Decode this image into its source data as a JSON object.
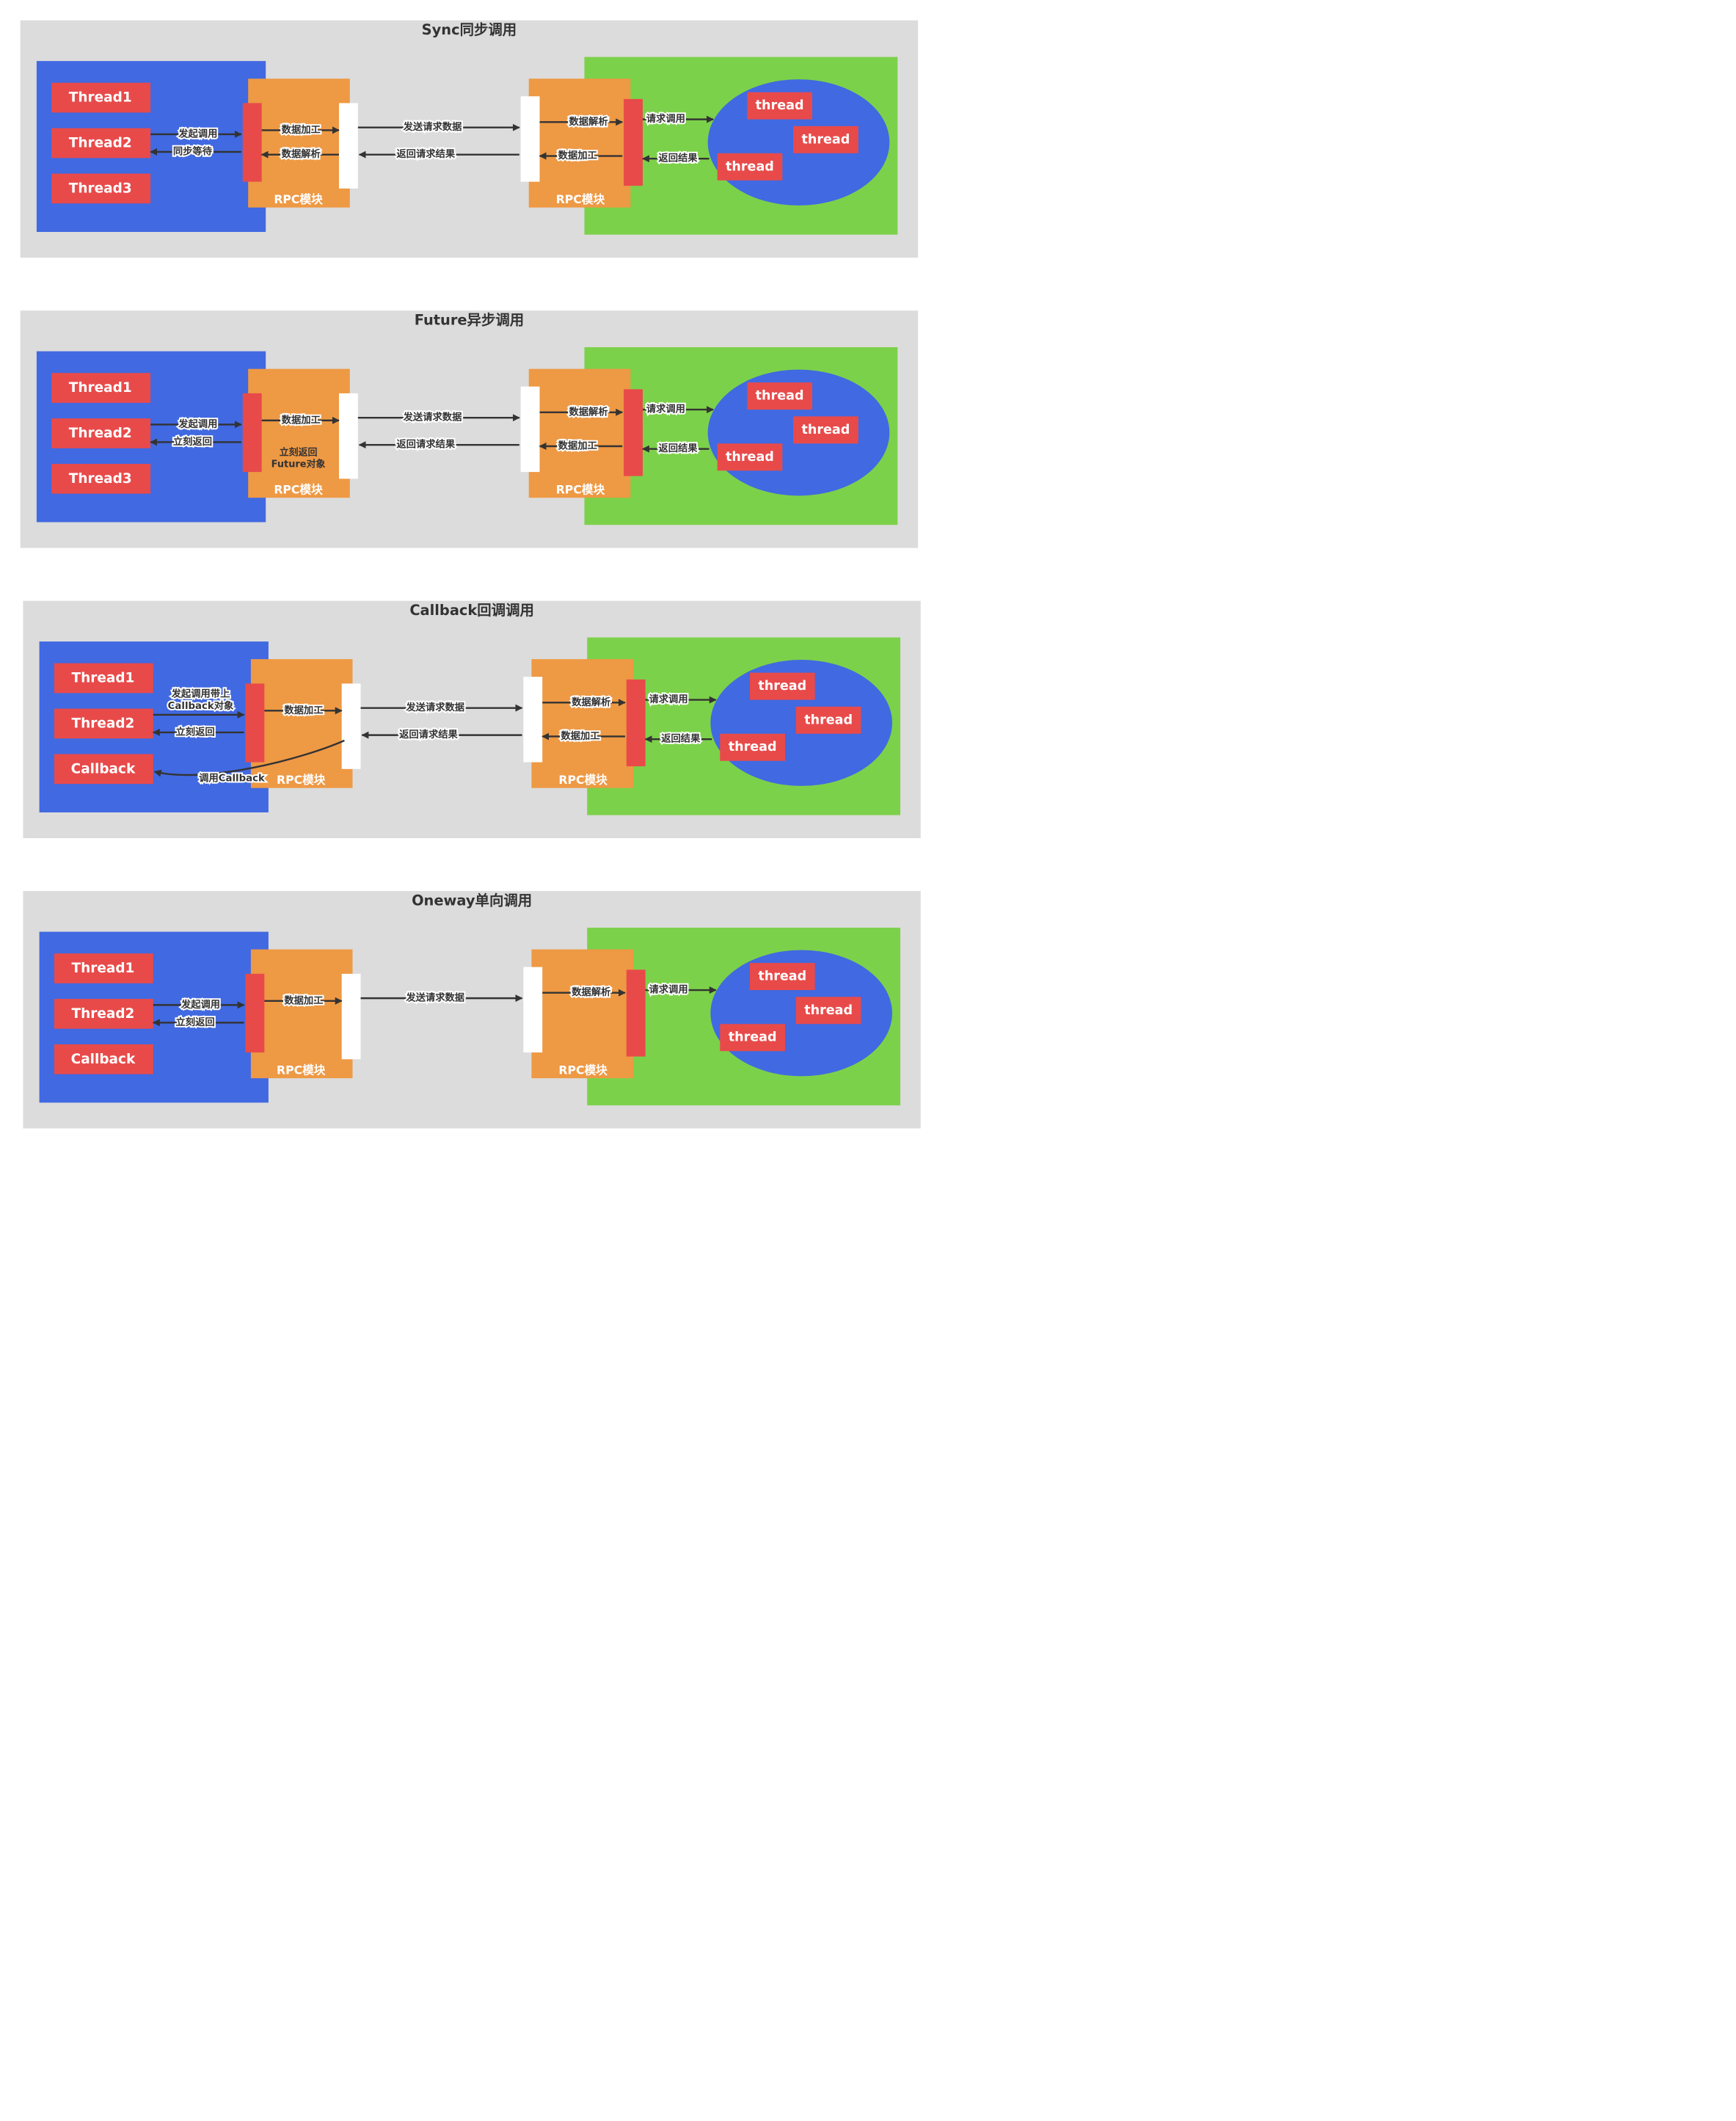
{
  "colors": {
    "panel": "#DCDCDC",
    "client": "#4169E1",
    "server": "#7CD14A",
    "pool": "#4169E1",
    "thread": "#E84A4A",
    "rpc": "#EE9944",
    "bar": "#E84A4A",
    "io": "#FFFFFF",
    "arrow": "#333333",
    "title": "#333333"
  },
  "diagrams": [
    {
      "title": "Sync同步调用",
      "client_items": [
        "Thread1",
        "Thread2",
        "Thread3"
      ],
      "rpc_label": "RPC模块",
      "server_rpc_label": "RPC模块",
      "rpc_note": "",
      "pool_threads": [
        "thread",
        "thread",
        "thread"
      ],
      "labels": {
        "invoke": "发起调用",
        "return": "同步等待",
        "encode": "数据加工",
        "decode": "数据解析",
        "send": "发送请求数据",
        "recv": "返回请求结果",
        "s_decode": "数据解析",
        "s_encode": "数据加工",
        "s_req": "请求调用",
        "s_res": "返回结果",
        "callback": ""
      }
    },
    {
      "title": "Future异步调用",
      "client_items": [
        "Thread1",
        "Thread2",
        "Thread3"
      ],
      "rpc_label": "RPC模块",
      "server_rpc_label": "RPC模块",
      "rpc_note": "立刻返回\nFuture对象",
      "pool_threads": [
        "thread",
        "thread",
        "thread"
      ],
      "labels": {
        "invoke": "发起调用",
        "return": "立刻返回",
        "encode": "数据加工",
        "decode": "",
        "send": "发送请求数据",
        "recv": "返回请求结果",
        "s_decode": "数据解析",
        "s_encode": "数据加工",
        "s_req": "请求调用",
        "s_res": "返回结果",
        "callback": ""
      }
    },
    {
      "title": "Callback回调调用",
      "client_items": [
        "Thread1",
        "Thread2",
        "Callback"
      ],
      "rpc_label": "RPC模块",
      "server_rpc_label": "RPC模块",
      "rpc_note": "",
      "pool_threads": [
        "thread",
        "thread",
        "thread"
      ],
      "labels": {
        "invoke": "发起调用带上\nCallback对象",
        "return": "立刻返回",
        "encode": "数据加工",
        "decode": "",
        "send": "发送请求数据",
        "recv": "返回请求结果",
        "s_decode": "数据解析",
        "s_encode": "数据加工",
        "s_req": "请求调用",
        "s_res": "返回结果",
        "callback": "调用Callback"
      }
    },
    {
      "title": "Oneway单向调用",
      "client_items": [
        "Thread1",
        "Thread2",
        "Callback"
      ],
      "rpc_label": "RPC模块",
      "server_rpc_label": "RPC模块",
      "rpc_note": "",
      "pool_threads": [
        "thread",
        "thread",
        "thread"
      ],
      "labels": {
        "invoke": "发起调用",
        "return": "立刻返回",
        "encode": "数据加工",
        "decode": "",
        "send": "发送请求数据",
        "recv": "",
        "s_decode": "数据解析",
        "s_encode": "",
        "s_req": "请求调用",
        "s_res": "",
        "callback": ""
      }
    }
  ]
}
